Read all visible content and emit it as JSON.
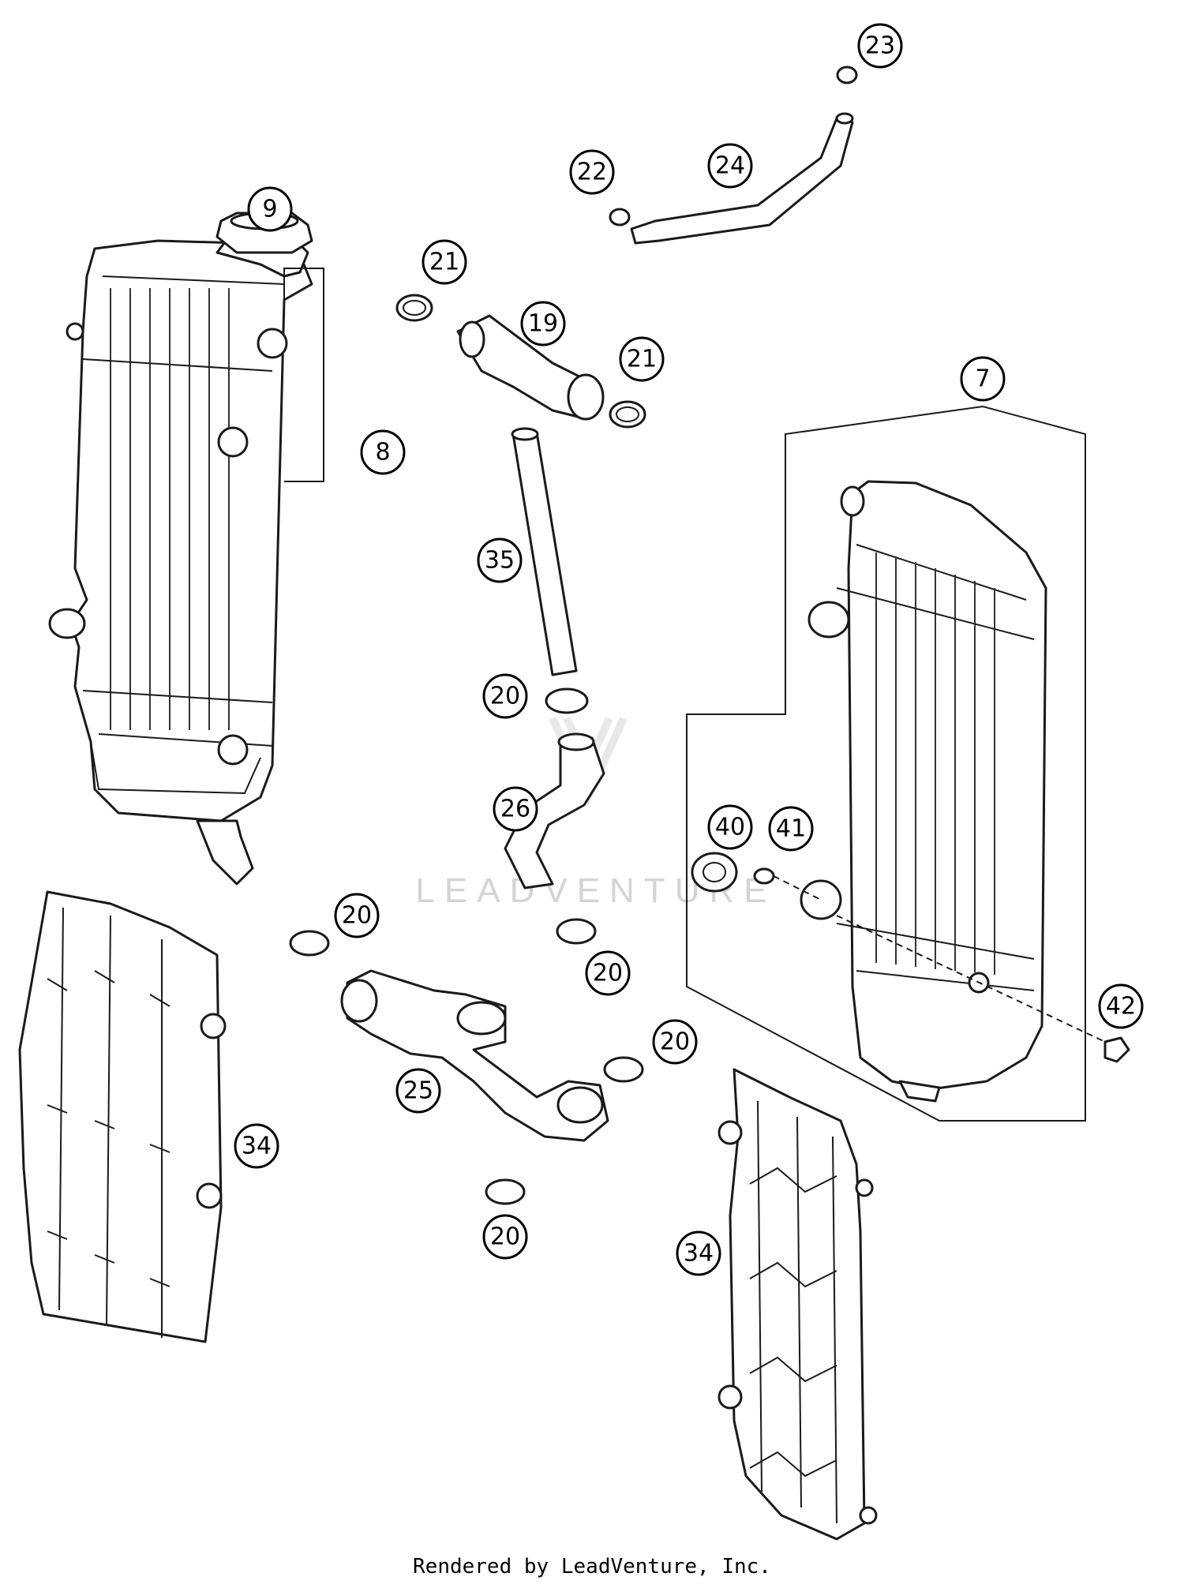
{
  "diagram": {
    "callouts": [
      {
        "id": "c7",
        "label": "7"
      },
      {
        "id": "c8",
        "label": "8"
      },
      {
        "id": "c9",
        "label": "9"
      },
      {
        "id": "c19",
        "label": "19"
      },
      {
        "id": "c20a",
        "label": "20"
      },
      {
        "id": "c20b",
        "label": "20"
      },
      {
        "id": "c20c",
        "label": "20"
      },
      {
        "id": "c20d",
        "label": "20"
      },
      {
        "id": "c20e",
        "label": "20"
      },
      {
        "id": "c21a",
        "label": "21"
      },
      {
        "id": "c21b",
        "label": "21"
      },
      {
        "id": "c22",
        "label": "22"
      },
      {
        "id": "c23",
        "label": "23"
      },
      {
        "id": "c24",
        "label": "24"
      },
      {
        "id": "c25",
        "label": "25"
      },
      {
        "id": "c26",
        "label": "26"
      },
      {
        "id": "c34a",
        "label": "34"
      },
      {
        "id": "c34b",
        "label": "34"
      },
      {
        "id": "c35",
        "label": "35"
      },
      {
        "id": "c40",
        "label": "40"
      },
      {
        "id": "c41",
        "label": "41"
      },
      {
        "id": "c42",
        "label": "42"
      }
    ]
  },
  "watermark": "LEADVENTURE",
  "footer": "Rendered by LeadVenture, Inc."
}
